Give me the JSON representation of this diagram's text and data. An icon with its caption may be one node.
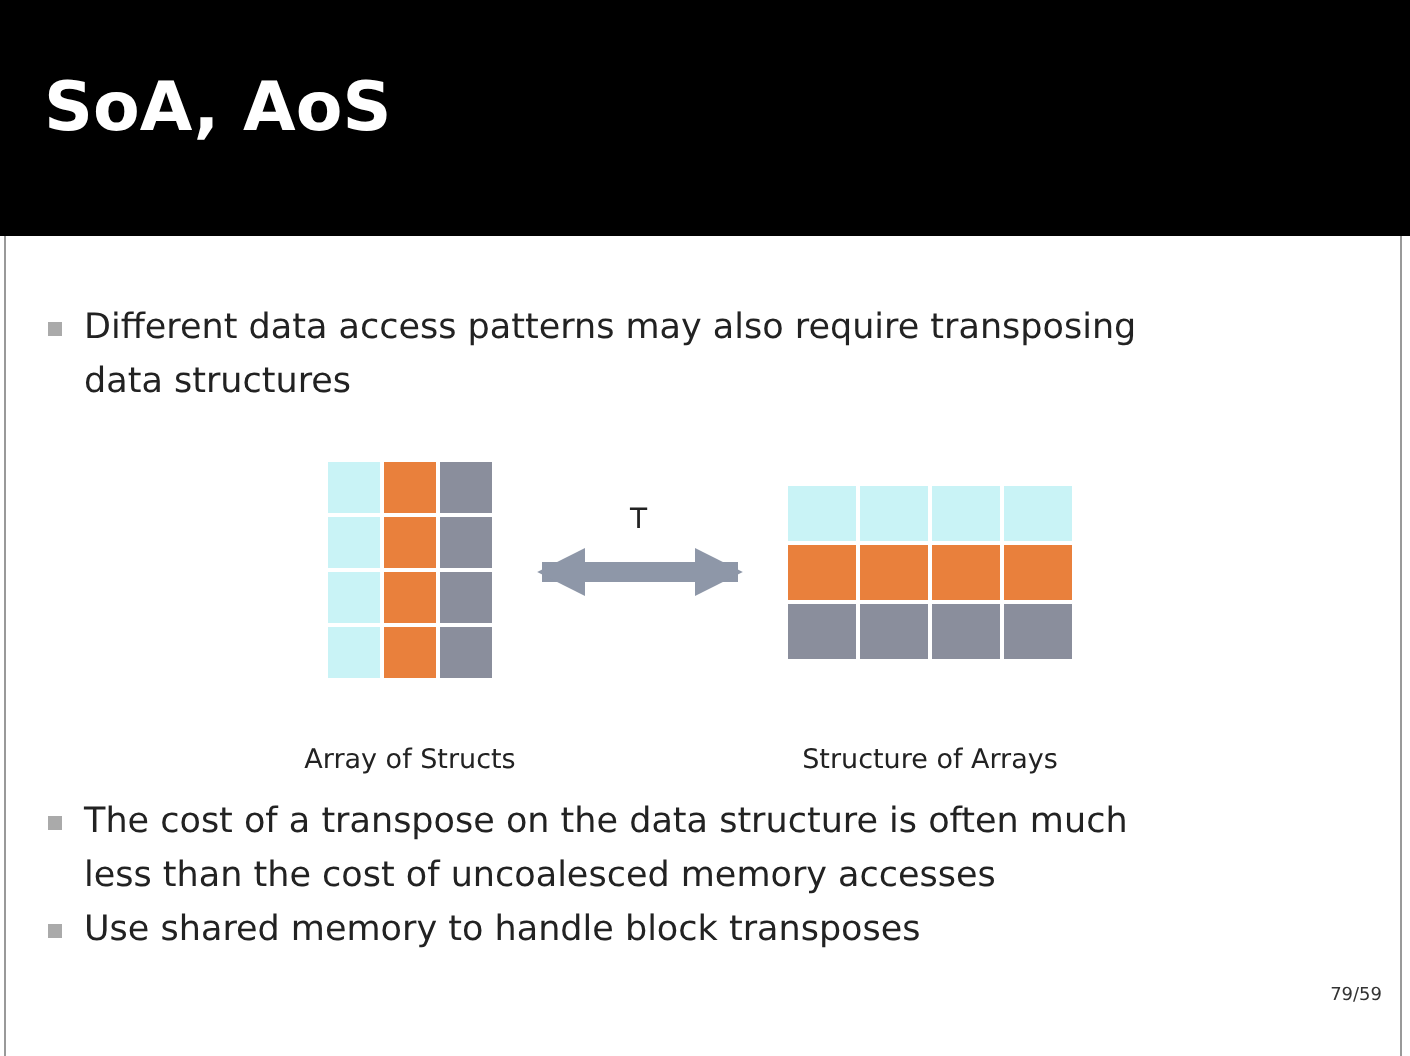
{
  "diagram": {
    "title": "SoA, AoS",
    "nodes": [
      {
        "text": [],
        "shape": "picture",
        "beside": [
          "Array of Structs"
        ]
      },
      {
        "text": [],
        "shape": "picture",
        "beside": [
          "Structure of Arrays"
        ]
      }
    ],
    "edges": [
      {
        "from": 0,
        "to": 1,
        "arrow": "both",
        "label": "T"
      }
    ],
    "labels": [
      "Different data access patterns may also require transposing data structures",
      "The cost of a transpose on the data structure is often much less than the cost of uncoalesced memory accesses",
      "Use shared memory to handle block transposes",
      "79/59"
    ]
  }
}
